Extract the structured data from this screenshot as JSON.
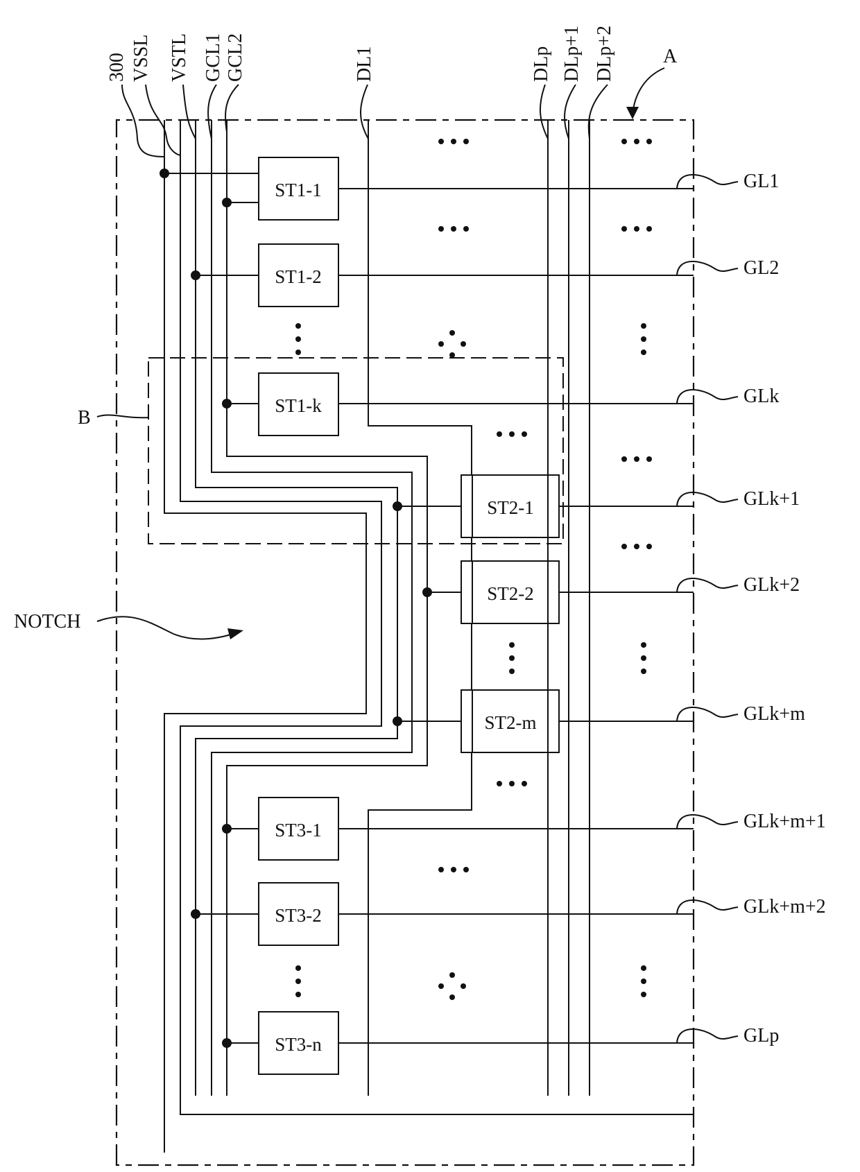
{
  "line_labels_top": {
    "ref_300": "300",
    "vssl": "VSSL",
    "vstl": "VSTL",
    "gcl1": "GCL1",
    "gcl2": "GCL2",
    "dl1": "DL1",
    "dlp": "DLp",
    "dlp1": "DLp+1",
    "dlp2": "DLp+2",
    "region_a": "A"
  },
  "region_b": "B",
  "notch": "NOTCH",
  "stages": {
    "st1_1": "ST1-1",
    "st1_2": "ST1-2",
    "st1_k": "ST1-k",
    "st2_1": "ST2-1",
    "st2_2": "ST2-2",
    "st2_m": "ST2-m",
    "st3_1": "ST3-1",
    "st3_2": "ST3-2",
    "st3_n": "ST3-n"
  },
  "gate_lines": {
    "gl1": "GL1",
    "gl2": "GL2",
    "glk": "GLk",
    "glk1": "GLk+1",
    "glk2": "GLk+2",
    "glkm": "GLk+m",
    "glkm1": "GLk+m+1",
    "glkm2": "GLk+m+2",
    "glp": "GLp"
  },
  "colors": {
    "ink": "#111111",
    "background": "#ffffff"
  }
}
